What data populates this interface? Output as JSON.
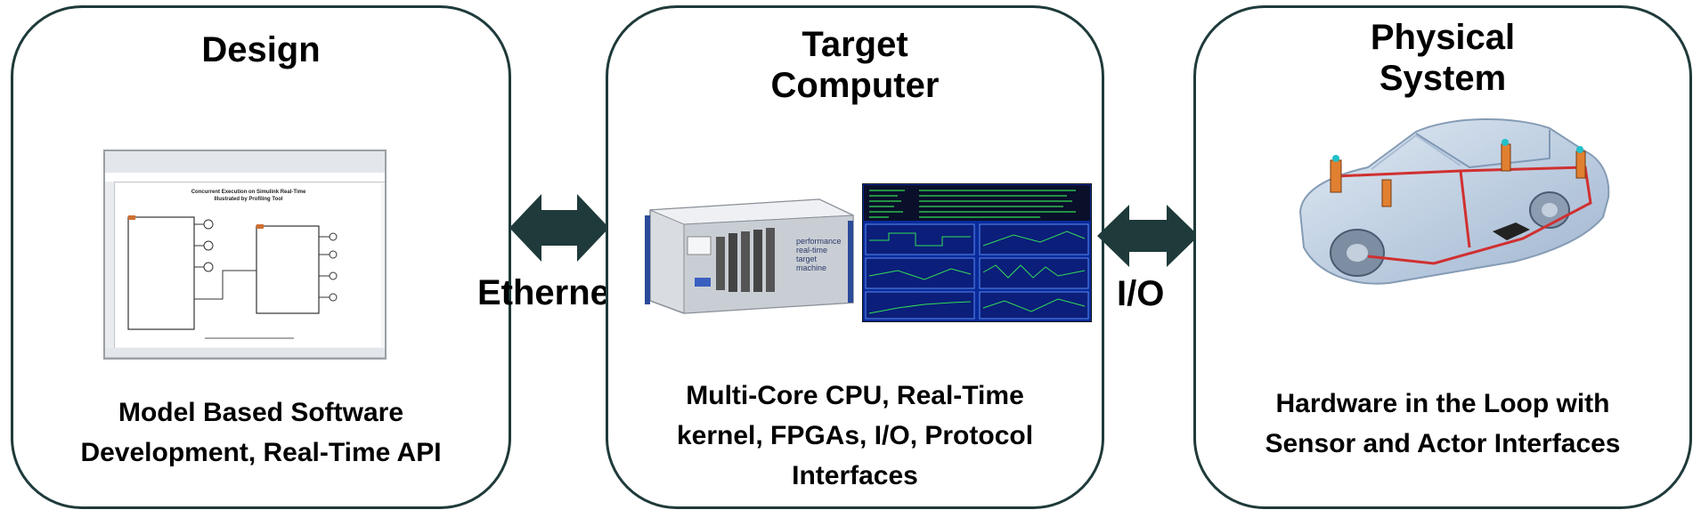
{
  "design": {
    "title": "Design",
    "caption_line1": "Model Based Software",
    "caption_line2": "Development, Real-Time API",
    "screenshot_title_line1": "Concurrent Execution on Simulink Real-Time",
    "screenshot_title_line2": "Illustrated by Profiling Tool"
  },
  "target": {
    "title_line1": "Target",
    "title_line2": "Computer",
    "caption_line1": "Multi-Core CPU, Real-Time",
    "caption_line2": "kernel, FPGAs, I/O, Protocol",
    "caption_line3": "Interfaces",
    "chassis_text_line1": "performance",
    "chassis_text_line2": "real-time",
    "chassis_text_line3": "target",
    "chassis_text_line4": "machine"
  },
  "physical": {
    "title_line1": "Physical",
    "title_line2": "System",
    "caption_line1": "Hardware in the Loop with",
    "caption_line2": "Sensor and Actor Interfaces"
  },
  "links": {
    "ethernet": "Ethernet",
    "io": "I/O"
  },
  "colors": {
    "border": "#1f3a3a",
    "arrow": "#1f3a3a",
    "console_bg": "#0a2a9a",
    "console_line": "#33dd55",
    "car_body": "#9fb8d6",
    "harness": "#d03030",
    "actuator": "#e08030"
  }
}
